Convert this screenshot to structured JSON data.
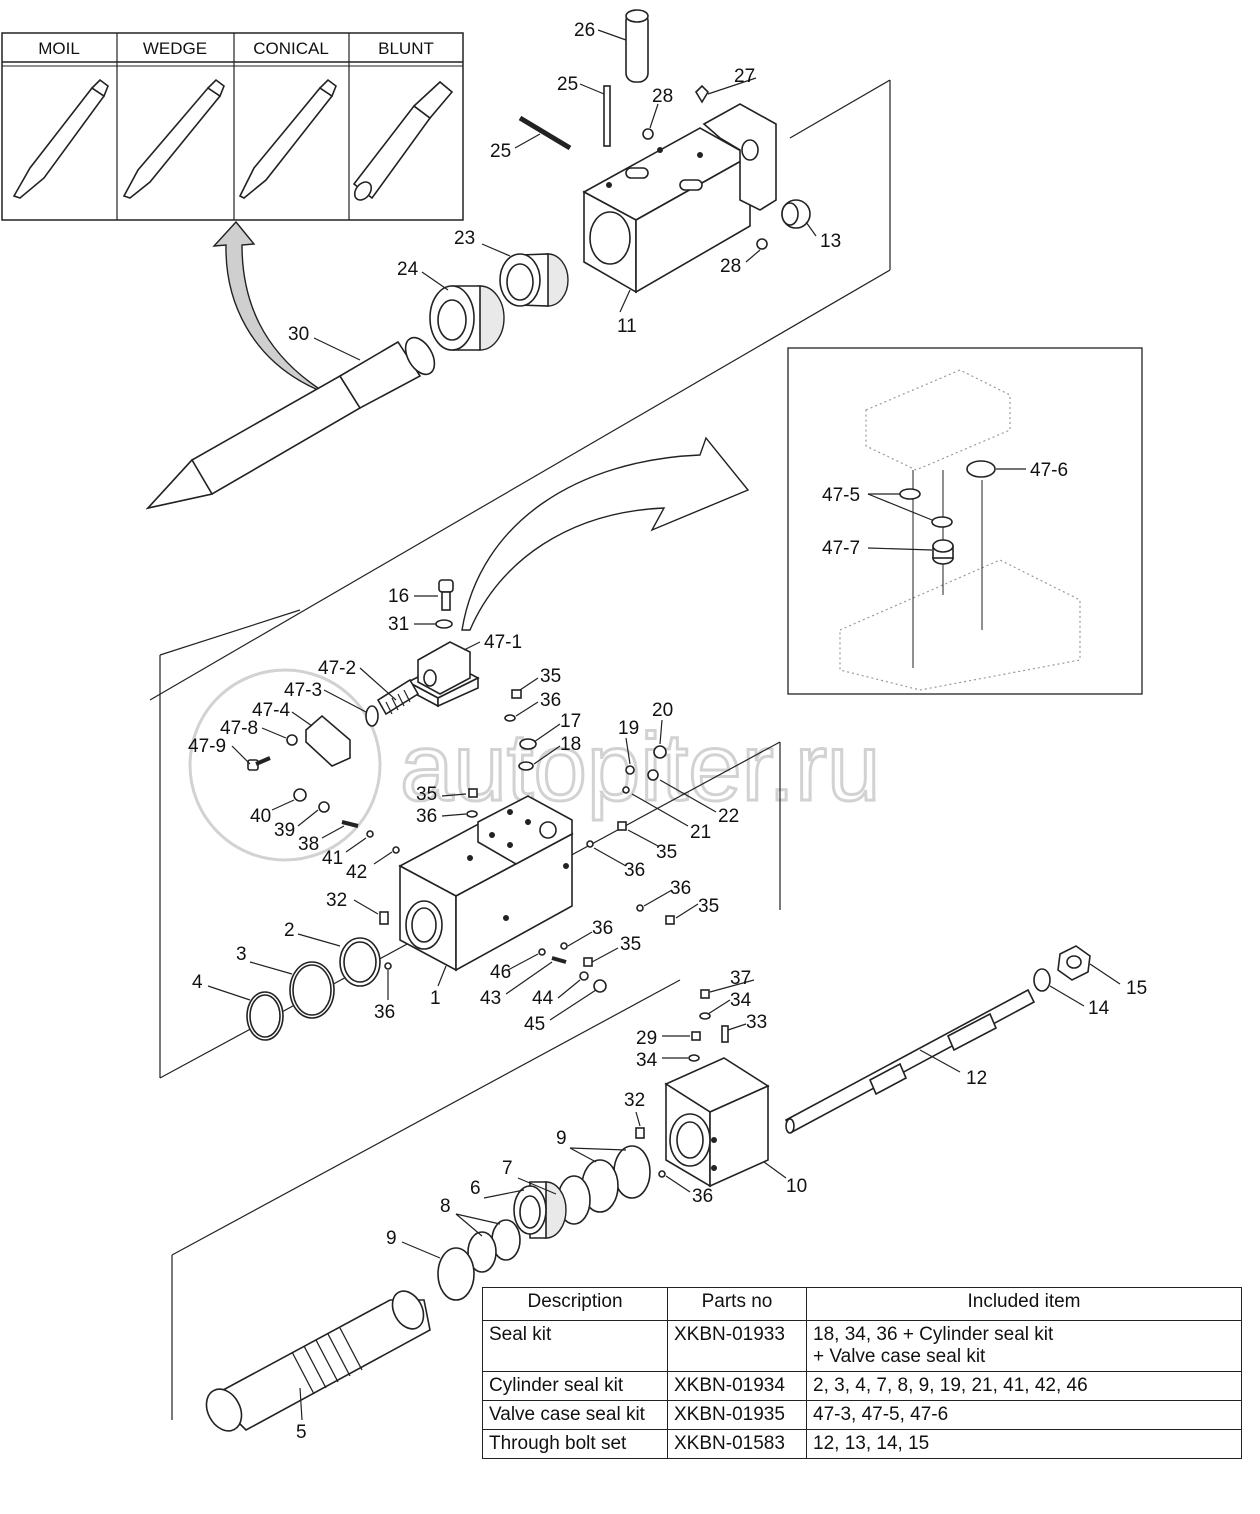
{
  "tool_types": [
    "MOIL",
    "WEDGE",
    "CONICAL",
    "BLUNT"
  ],
  "watermark": "autopiter.ru",
  "part_labels": {
    "p26": "26",
    "p25a": "25",
    "p25b": "25",
    "p27": "27",
    "p28a": "28",
    "p28b": "28",
    "p13": "13",
    "p23": "23",
    "p24": "24",
    "p11": "11",
    "p30": "30",
    "p47_5": "47-5",
    "p47_6": "47-6",
    "p47_7": "47-7",
    "p16": "16",
    "p31": "31",
    "p47_1": "47-1",
    "p47_2": "47-2",
    "p47_3": "47-3",
    "p47_4": "47-4",
    "p47_8": "47-8",
    "p47_9": "47-9",
    "p40": "40",
    "p39": "39",
    "p38": "38",
    "p41": "41",
    "p42": "42",
    "p35a": "35",
    "p36a": "36",
    "p17": "17",
    "p18": "18",
    "p19": "19",
    "p20": "20",
    "p35b": "35",
    "p36b": "36",
    "p21": "21",
    "p22": "22",
    "p35c": "35",
    "p36c": "36",
    "p36d": "36",
    "p35d": "35",
    "p32a": "32",
    "p2": "2",
    "p3": "3",
    "p4": "4",
    "p36e": "36",
    "p1": "1",
    "p46": "46",
    "p43": "43",
    "p36f": "36",
    "p35e": "35",
    "p44": "44",
    "p45": "45",
    "p37": "37",
    "p34a": "34",
    "p29": "29",
    "p33": "33",
    "p34b": "34",
    "p15": "15",
    "p14": "14",
    "p12": "12",
    "p32b": "32",
    "p10": "10",
    "p9a": "9",
    "p7": "7",
    "p6": "6",
    "p8": "8",
    "p36g": "36",
    "p9b": "9",
    "p5": "5"
  },
  "kit_table": {
    "headers": {
      "description": "Description",
      "parts_no": "Parts no",
      "included": "Included item"
    },
    "rows": [
      {
        "description": "Seal kit",
        "parts_no": "XKBN-01933",
        "included": "18, 34, 36 + Cylinder seal kit\n+ Valve case seal kit"
      },
      {
        "description": "Cylinder seal kit",
        "parts_no": "XKBN-01934",
        "included": "2, 3, 4, 7, 8, 9, 19, 21, 41, 42, 46"
      },
      {
        "description": "Valve case seal kit",
        "parts_no": "XKBN-01935",
        "included": "47-3, 47-5, 47-6"
      },
      {
        "description": "Through bolt set",
        "parts_no": "XKBN-01583",
        "included": "12, 13, 14, 15"
      }
    ]
  }
}
